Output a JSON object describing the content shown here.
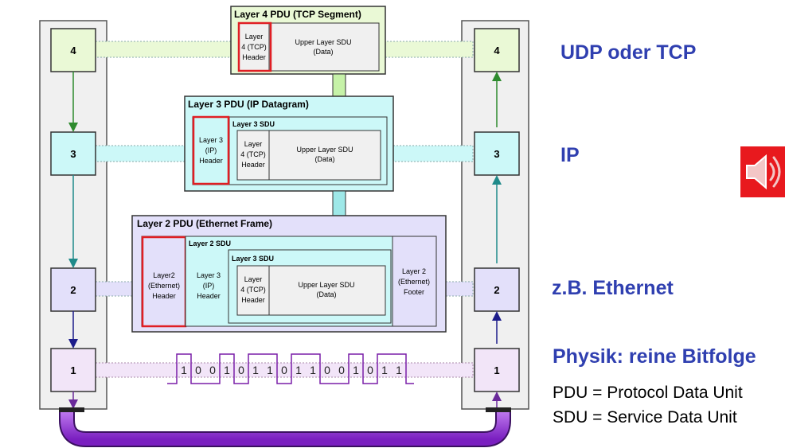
{
  "stack_labels": {
    "left": [
      "4",
      "3",
      "2",
      "1"
    ],
    "right": [
      "4",
      "3",
      "2",
      "1"
    ]
  },
  "layer4_pdu": {
    "title": "Layer 4 PDU (TCP Segment)",
    "header": [
      "Layer",
      "4 (TCP)",
      "Header"
    ],
    "data": [
      "Upper Layer SDU",
      "(Data)"
    ]
  },
  "layer3_pdu": {
    "title": "Layer 3 PDU (IP Datagram)",
    "sdu_label": "Layer 3 SDU",
    "header": [
      "Layer 3",
      "(IP)",
      "Header"
    ],
    "l4_header": [
      "Layer",
      "4 (TCP)",
      "Header"
    ],
    "data": [
      "Upper Layer SDU",
      "(Data)"
    ]
  },
  "layer2_pdu": {
    "title": "Layer 2 PDU (Ethernet Frame)",
    "sdu_label": "Layer 2 SDU",
    "inner_sdu_label": "Layer 3 SDU",
    "header": [
      "Layer2",
      "(Ethernet)",
      "Header"
    ],
    "l3_header": [
      "Layer 3",
      "(IP)",
      "Header"
    ],
    "l4_header": [
      "Layer",
      "4 (TCP)",
      "Header"
    ],
    "data": [
      "Upper Layer SDU",
      "(Data)"
    ],
    "footer": [
      "Layer 2",
      "(Ethernet)",
      "Footer"
    ]
  },
  "bits": [
    "1",
    "0",
    "0",
    "1",
    "0",
    "1",
    "1",
    "0",
    "1",
    "1",
    "0",
    "0",
    "1",
    "0",
    "1",
    "1"
  ],
  "side_labels": {
    "udp_tcp": "UDP oder TCP",
    "ip": "IP",
    "ethernet": "z.B. Ethernet",
    "physik": "Physik: reine Bitfolge",
    "pdu_def": "PDU = Protocol Data Unit",
    "sdu_def": "SDU = Service Data Unit"
  },
  "icons": {
    "speaker": "speaker-icon"
  },
  "colors": {
    "layer4": "#eaf9d6",
    "layer3": "#ccf8f8",
    "layer2": "#e3e0fa",
    "layer1": "#f2e5f8",
    "highlight": "#e01e24",
    "label_blue": "#2f3fb0",
    "cable": "#9a35d8"
  }
}
